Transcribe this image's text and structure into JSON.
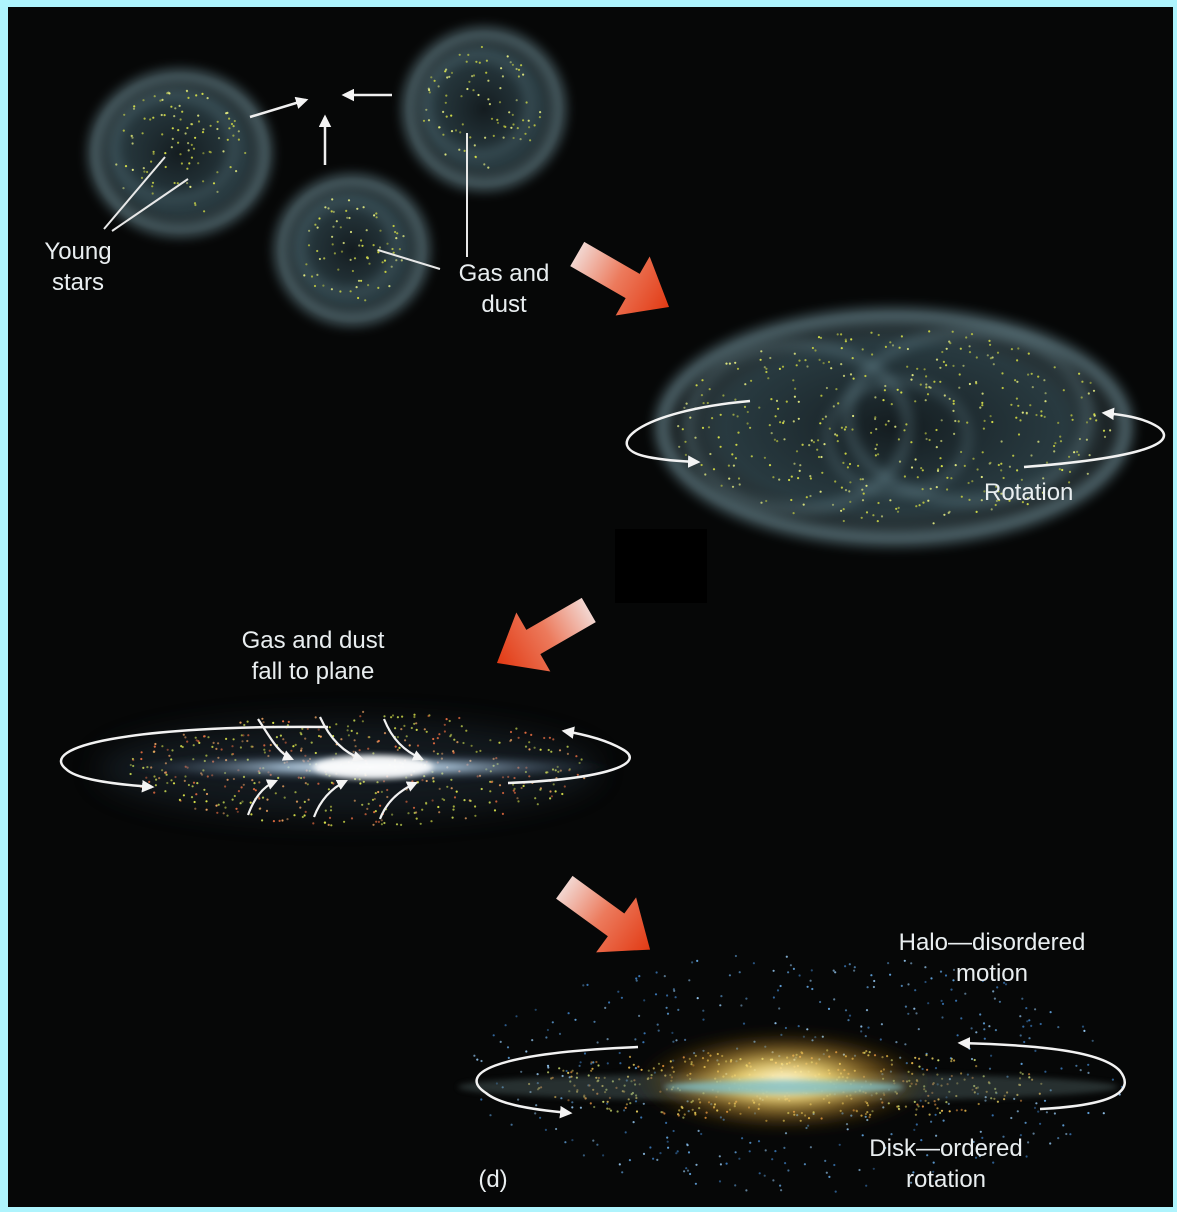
{
  "labels": {
    "young_stars": [
      "Young",
      "stars"
    ],
    "gas_and_dust": [
      "Gas and",
      "dust"
    ],
    "rotation": "Rotation",
    "fall_to_plane": [
      "Gas and dust",
      "fall to plane"
    ],
    "halo": [
      "Halo—disordered",
      "motion"
    ],
    "disk": [
      "Disk—ordered",
      "rotation"
    ],
    "panel_letter": "(d)"
  },
  "colors": {
    "page_border": "#aef4fd",
    "background": "#060707",
    "cloud": "#8fb8c4",
    "star_speck": "#d8e24a",
    "big_arrow": "#e8411f",
    "label_text": "#e9eef0",
    "galaxy_core": "#ffe79a",
    "halo_stars": "#5f9fd8"
  }
}
